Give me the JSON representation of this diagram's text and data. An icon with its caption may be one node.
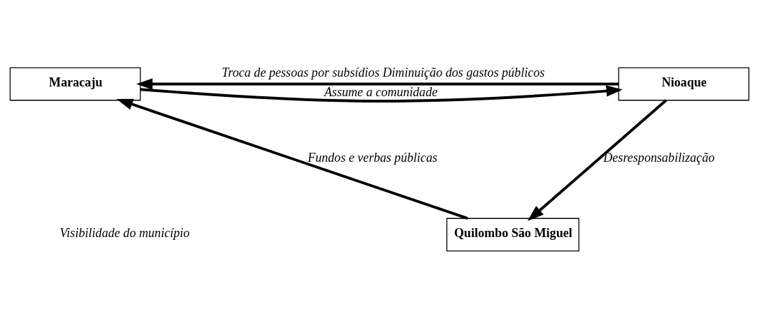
{
  "diagram": {
    "nodes": [
      {
        "text": [
          "Maracaju"
        ]
      },
      {
        "text": [
          "Nioaque"
        ]
      },
      {
        "text": [
          "Quilombo São Miguel"
        ]
      }
    ],
    "edges": [
      {
        "from": 1,
        "to": 0,
        "arrow": "to",
        "label": "Troca de pessoas por subsídios Diminuição dos gastos públicos"
      },
      {
        "from": 0,
        "to": 1,
        "arrow": "to",
        "label": "Assume a comunidade"
      },
      {
        "from": 1,
        "to": 2,
        "arrow": "to",
        "label": "Desresponsabilização"
      },
      {
        "from": 2,
        "to": 0,
        "arrow": "to",
        "label": "Fundos e verbas públicas"
      }
    ],
    "labels": [
      "Visibilidade do município"
    ]
  }
}
